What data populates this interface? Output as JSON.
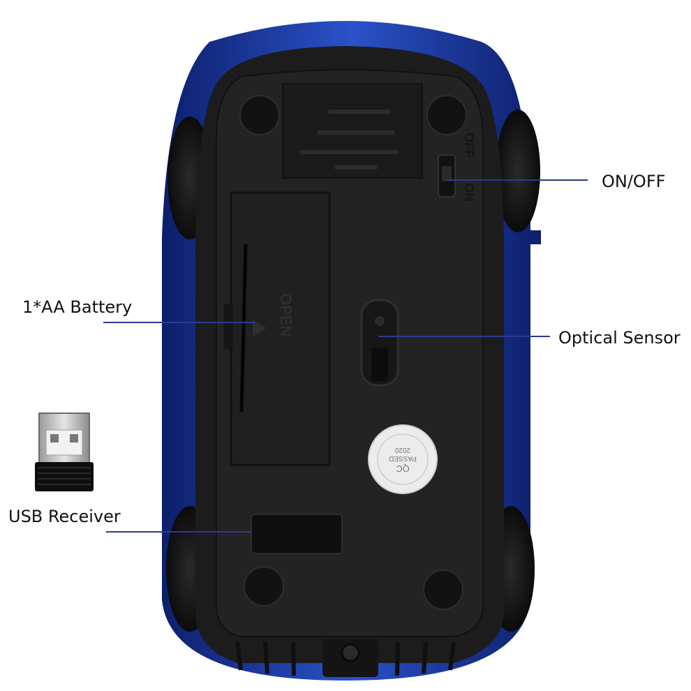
{
  "labels": {
    "on_off": "ON/OFF",
    "battery": "1*AA Battery",
    "sensor": "Optical Sensor",
    "usb": "USB Receiver"
  },
  "embossed": {
    "switch_off": "OFF",
    "switch_on": "ON",
    "cover": "OPEN",
    "qc_sticker_title": "QC",
    "qc_sticker_status": "PASSED",
    "qc_sticker_year": "2020"
  },
  "colors": {
    "callout_line": "#2b3a8f",
    "body_blue": "#1d3fa8",
    "shell_black": "#1c1c1c"
  }
}
